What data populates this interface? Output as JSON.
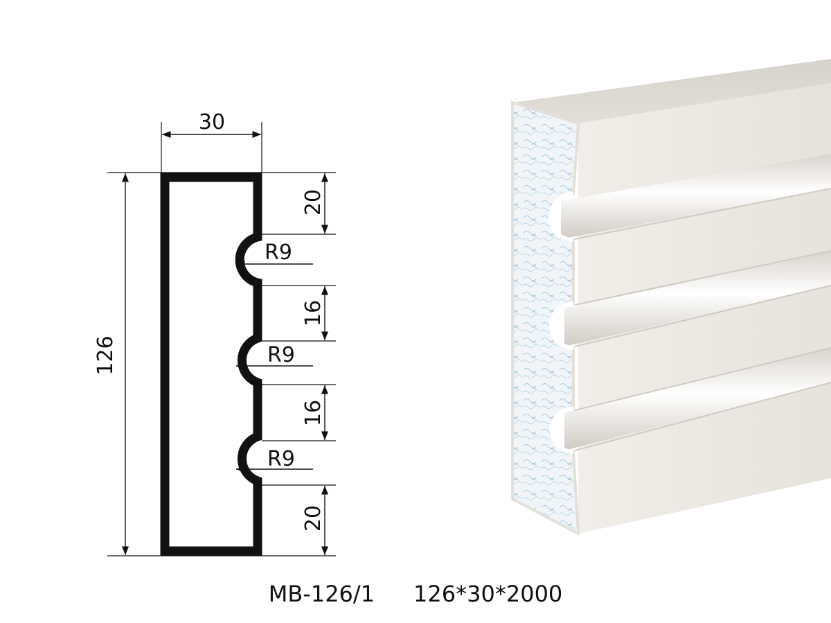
{
  "drawing": {
    "width_label": "30",
    "height_label": "126",
    "segments": [
      "20",
      "16",
      "16",
      "20"
    ],
    "radius_labels": [
      "R9",
      "R9",
      "R9"
    ]
  },
  "caption": {
    "model": "MB-126/1",
    "size": "126*30*2000"
  },
  "colors": {
    "profile": "#111111",
    "molding_face": "#ece9e4",
    "molding_top": "#dcd8d2",
    "foam": "#eef3f6",
    "foam_speckle": "#a9cbe0"
  }
}
